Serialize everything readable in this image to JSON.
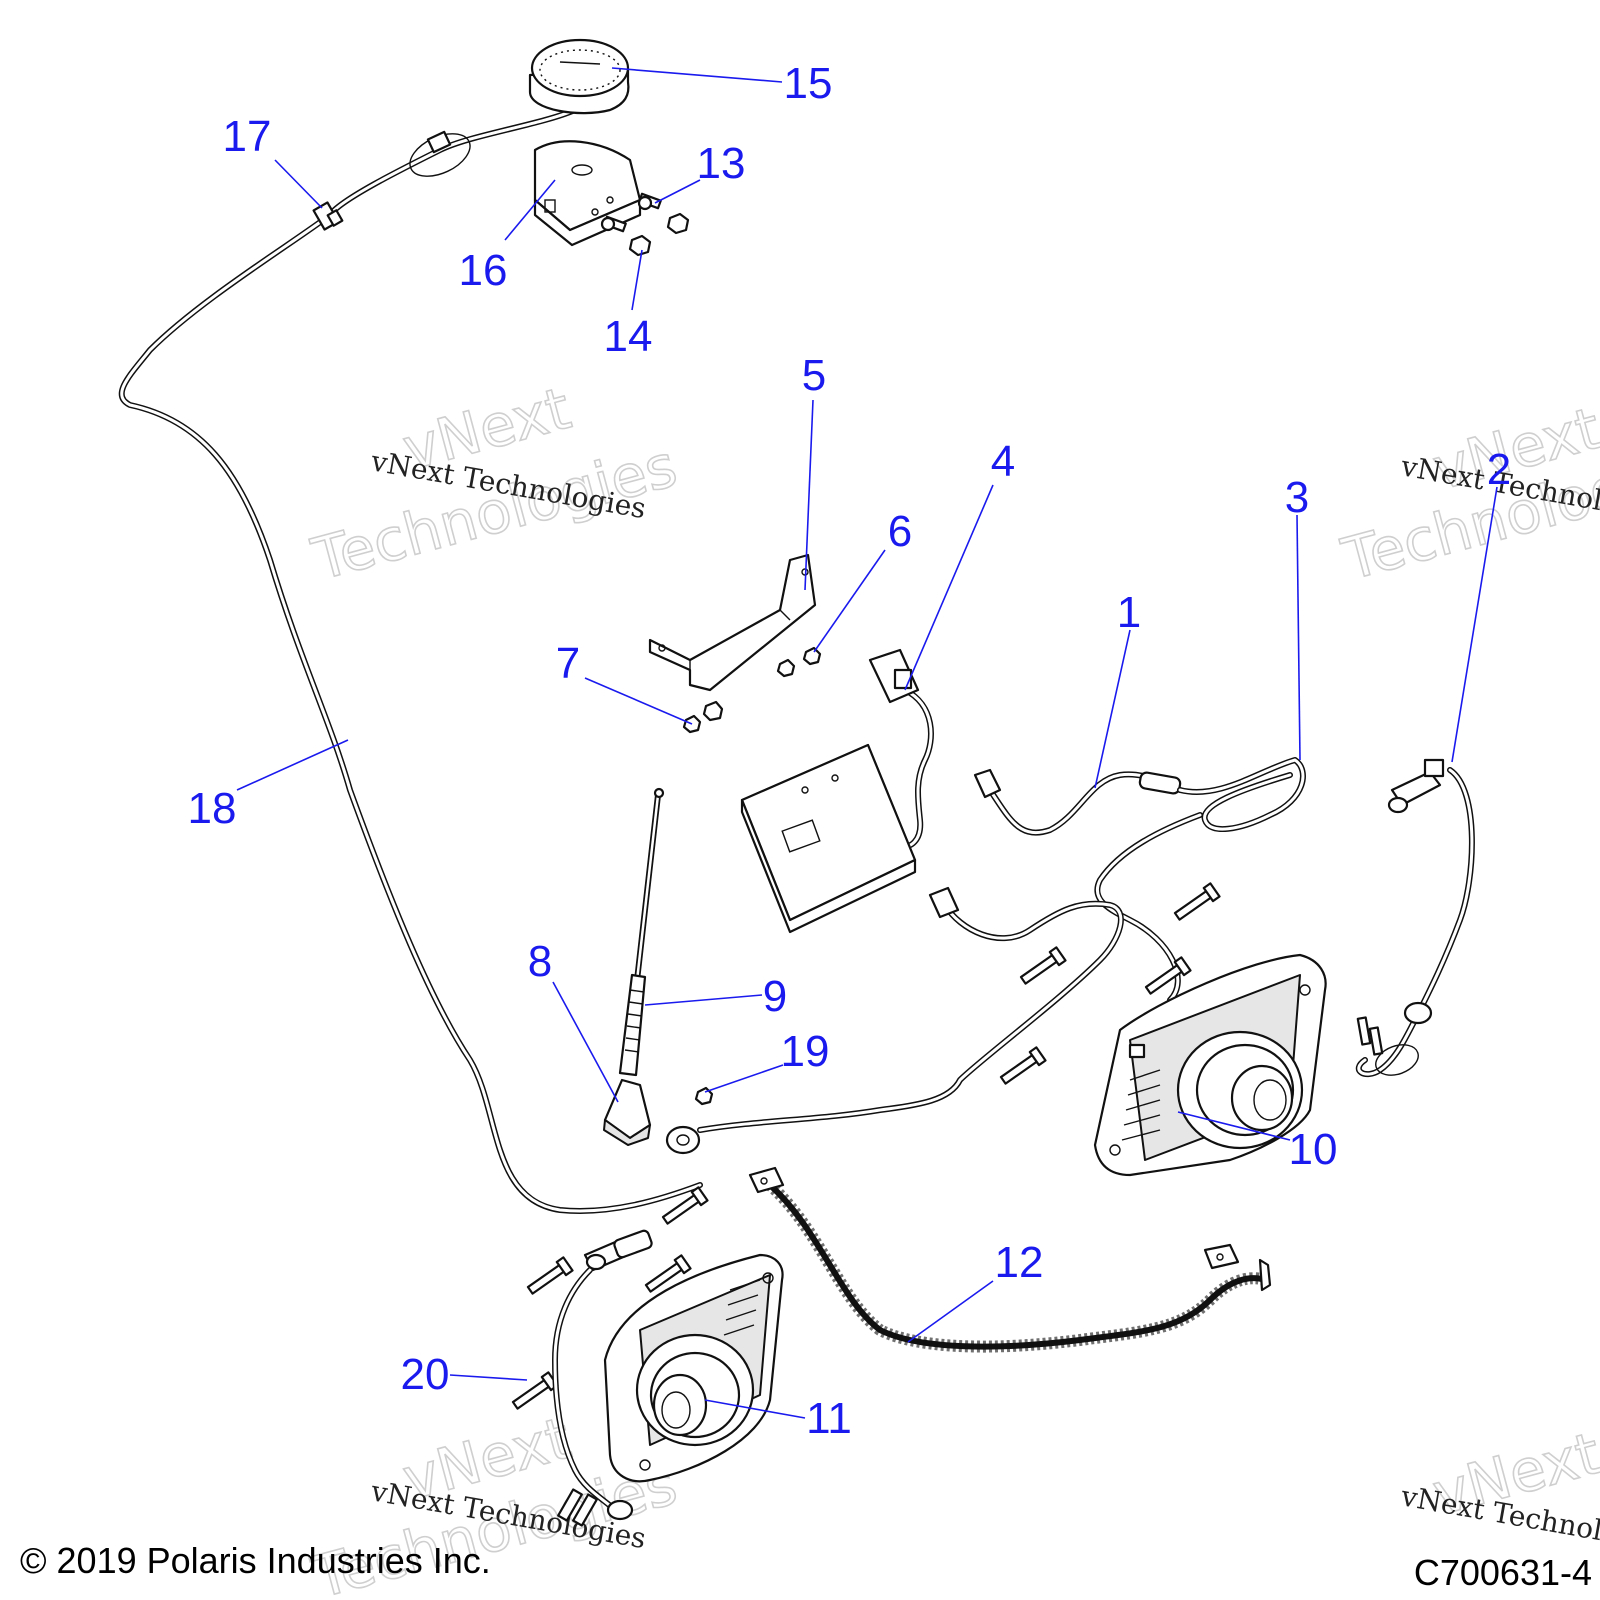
{
  "callouts": [
    {
      "num": "1"
    },
    {
      "num": "2"
    },
    {
      "num": "3"
    },
    {
      "num": "4"
    },
    {
      "num": "5"
    },
    {
      "num": "6"
    },
    {
      "num": "7"
    },
    {
      "num": "8"
    },
    {
      "num": "9"
    },
    {
      "num": "10"
    },
    {
      "num": "11"
    },
    {
      "num": "12"
    },
    {
      "num": "13"
    },
    {
      "num": "14"
    },
    {
      "num": "15"
    },
    {
      "num": "16"
    },
    {
      "num": "17"
    },
    {
      "num": "18"
    },
    {
      "num": "19"
    },
    {
      "num": "20"
    }
  ],
  "watermark": {
    "line1": "vNext Technologies",
    "big1": "vNext",
    "big2": "Technologies"
  },
  "footer": {
    "copyright": "© 2019 Polaris Industries Inc.",
    "part_code": "C700631-4"
  },
  "colors": {
    "callout": "#1a1aee",
    "line_art": "#111111"
  }
}
